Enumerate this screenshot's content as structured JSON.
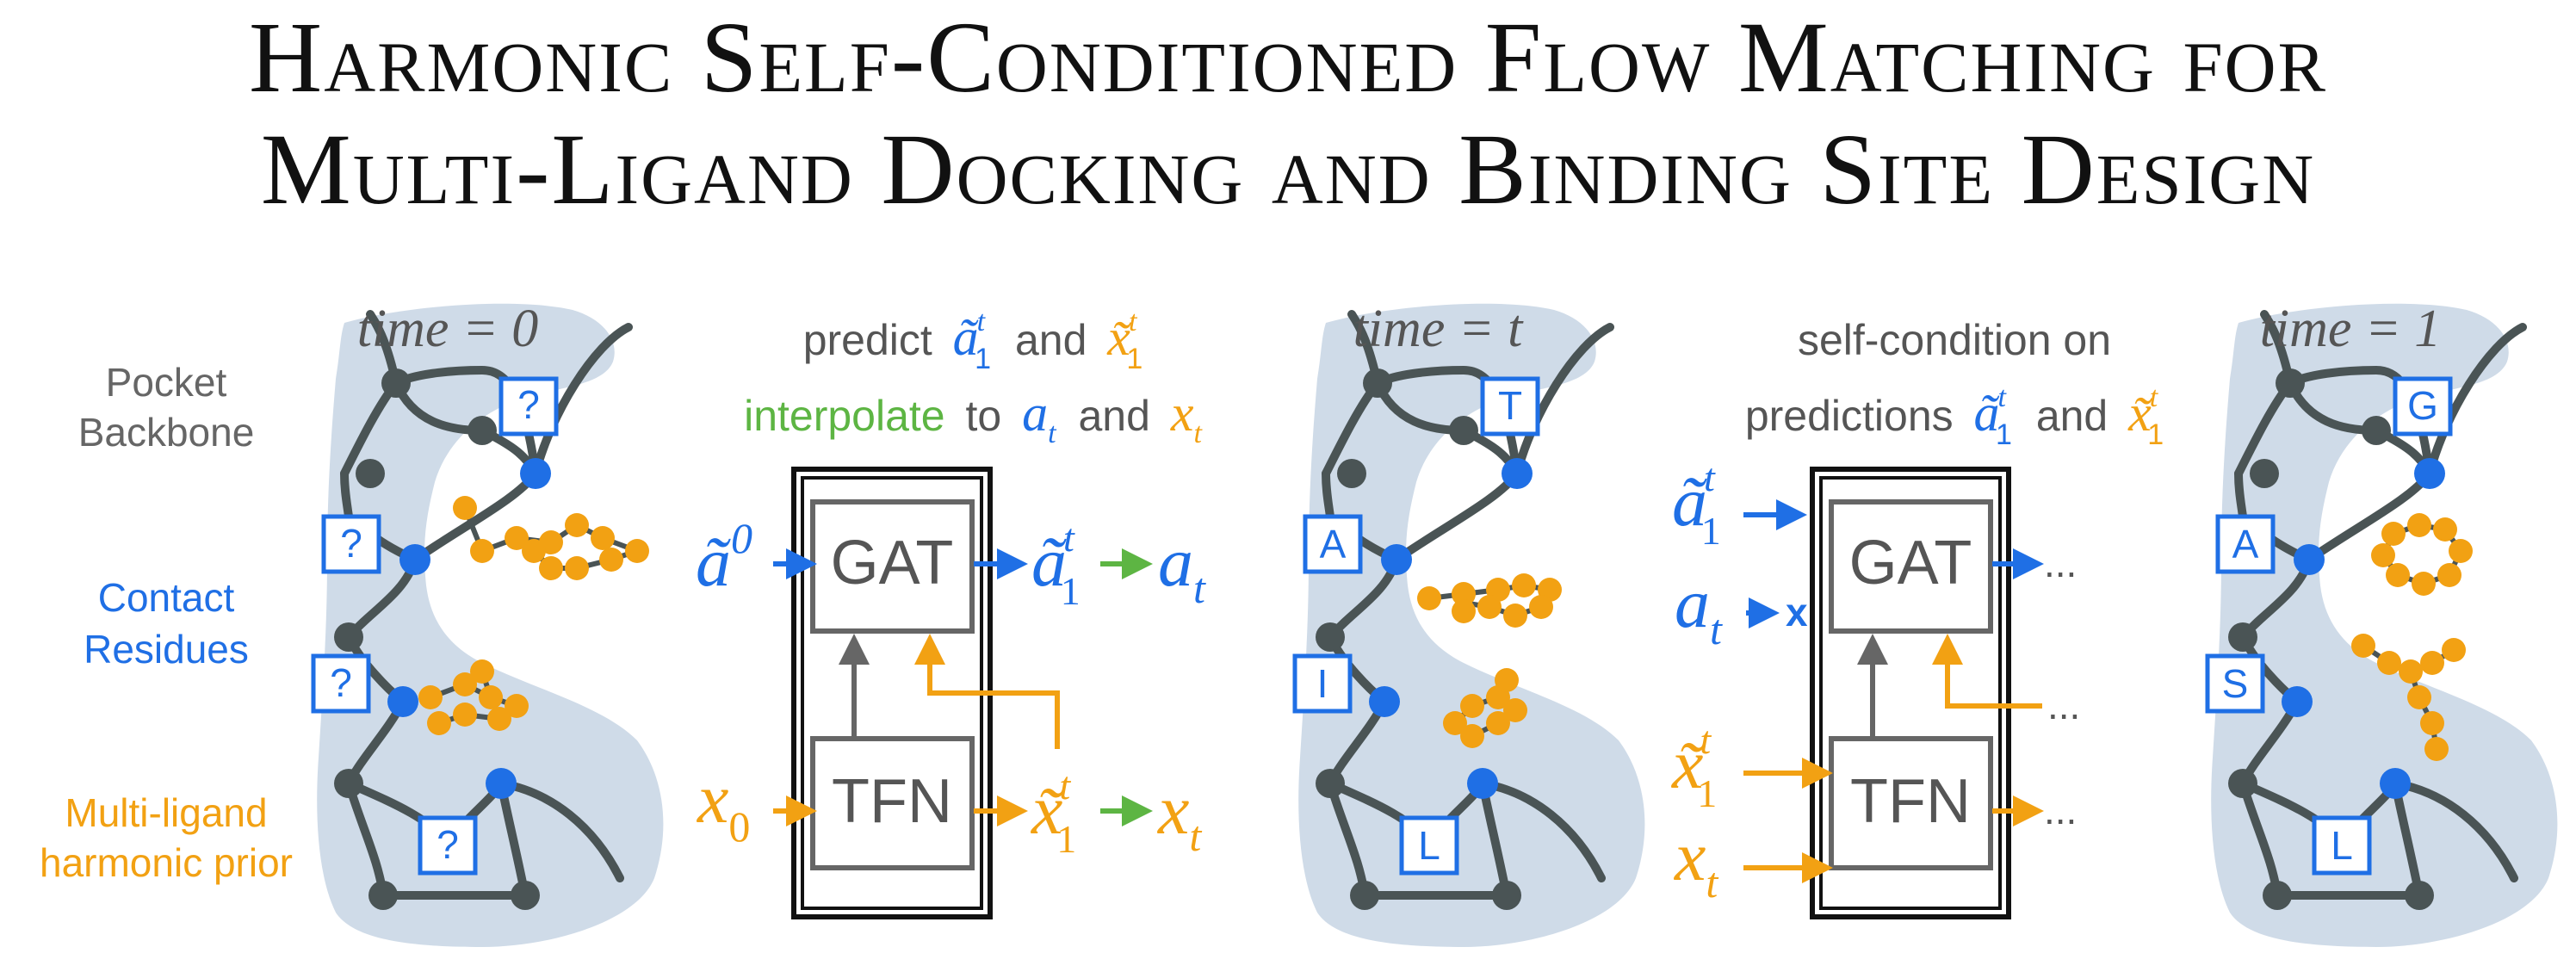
{
  "title": {
    "line1": "Harmonic Self-Conditioned Flow Matching for",
    "line2": "Multi-Ligand Docking and Binding Site Design"
  },
  "colors": {
    "blue": "#1f6fe5",
    "orange": "#f2a113",
    "green": "#5db543",
    "gray": "#666666",
    "node": "#4a5455",
    "backdrop": "#cfdbe8"
  },
  "panels": {
    "p0": {
      "time_label": "time = 0",
      "residues": [
        "?",
        "?",
        "?",
        "?"
      ]
    },
    "pt": {
      "time_label": "time = t",
      "residues": [
        "T",
        "A",
        "I",
        "L"
      ]
    },
    "p1": {
      "time_label": "time = 1",
      "residues": [
        "G",
        "A",
        "S",
        "L"
      ]
    }
  },
  "legend": {
    "pocket": [
      "Pocket",
      "Backbone"
    ],
    "contact": [
      "Contact",
      "Residues"
    ],
    "ligand": [
      "Multi-ligand",
      "harmonic prior"
    ]
  },
  "step1": {
    "predict_text": "predict",
    "and_text": "and",
    "interpolate_word": "interpolate",
    "to_text": "to",
    "a_tilde1": "ã",
    "x_tilde1": "x̃",
    "sup_t": "t",
    "sub_1": "1",
    "a_t": "a",
    "x_t": "x",
    "sub_t": "t",
    "a0": "ã",
    "a0_sup": "0",
    "x0": "x",
    "x0_sub": "0",
    "gat": "GAT",
    "tfn": "TFN"
  },
  "step2": {
    "line1": "self-condition on",
    "line2": "predictions",
    "and_text": "and",
    "x_mark": "x",
    "ellipsis": "...",
    "gat": "GAT",
    "tfn": "TFN"
  }
}
